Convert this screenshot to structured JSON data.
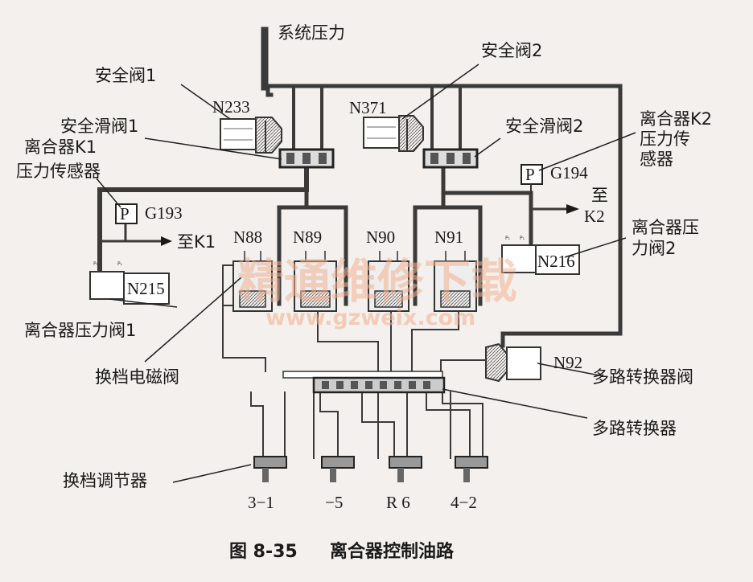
{
  "labels": {
    "system_pressure": "系统压力",
    "safety_valve_1": "安全阀1",
    "safety_valve_2": "安全阀2",
    "n233": "N233",
    "n371": "N371",
    "safety_slide_valve_1": "安全滑阀1",
    "safety_slide_valve_2": "安全滑阀2",
    "k1_sensor": [
      "离合器K1",
      "压力传感器"
    ],
    "k2_sensor": [
      "离合器K2",
      "压力传",
      "感器"
    ],
    "g193": "G193",
    "g194": "G194",
    "p": "P",
    "to_k1": "至K1",
    "to_k2": [
      "至",
      "K2"
    ],
    "n88": "N88",
    "n89": "N89",
    "n90": "N90",
    "n91": "N91",
    "n215": "N215",
    "n216": "N216",
    "clutch_pressure_valve_1": "离合器压力阀1",
    "clutch_pressure_valve_2": [
      "离合器压",
      "力阀2"
    ],
    "shift_solenoid": "换档电磁阀",
    "n92": "N92",
    "multiplexer_valve": "多路转换器阀",
    "multiplexer": "多路转换器",
    "shift_regulator": "换档调节器",
    "gear_31": "3−1",
    "gear_5": "−5",
    "gear_r6": "R 6",
    "gear_42": "4−2",
    "port_label": "P₁"
  },
  "caption": {
    "figure": "图 8-35",
    "title": "离合器控制油路"
  },
  "watermark": {
    "main": "精通维修下载",
    "url": "www.gzweix.com"
  },
  "colors": {
    "line": "#3a3a3a",
    "background": "#f3f0ee",
    "watermark": "#f3b391"
  }
}
